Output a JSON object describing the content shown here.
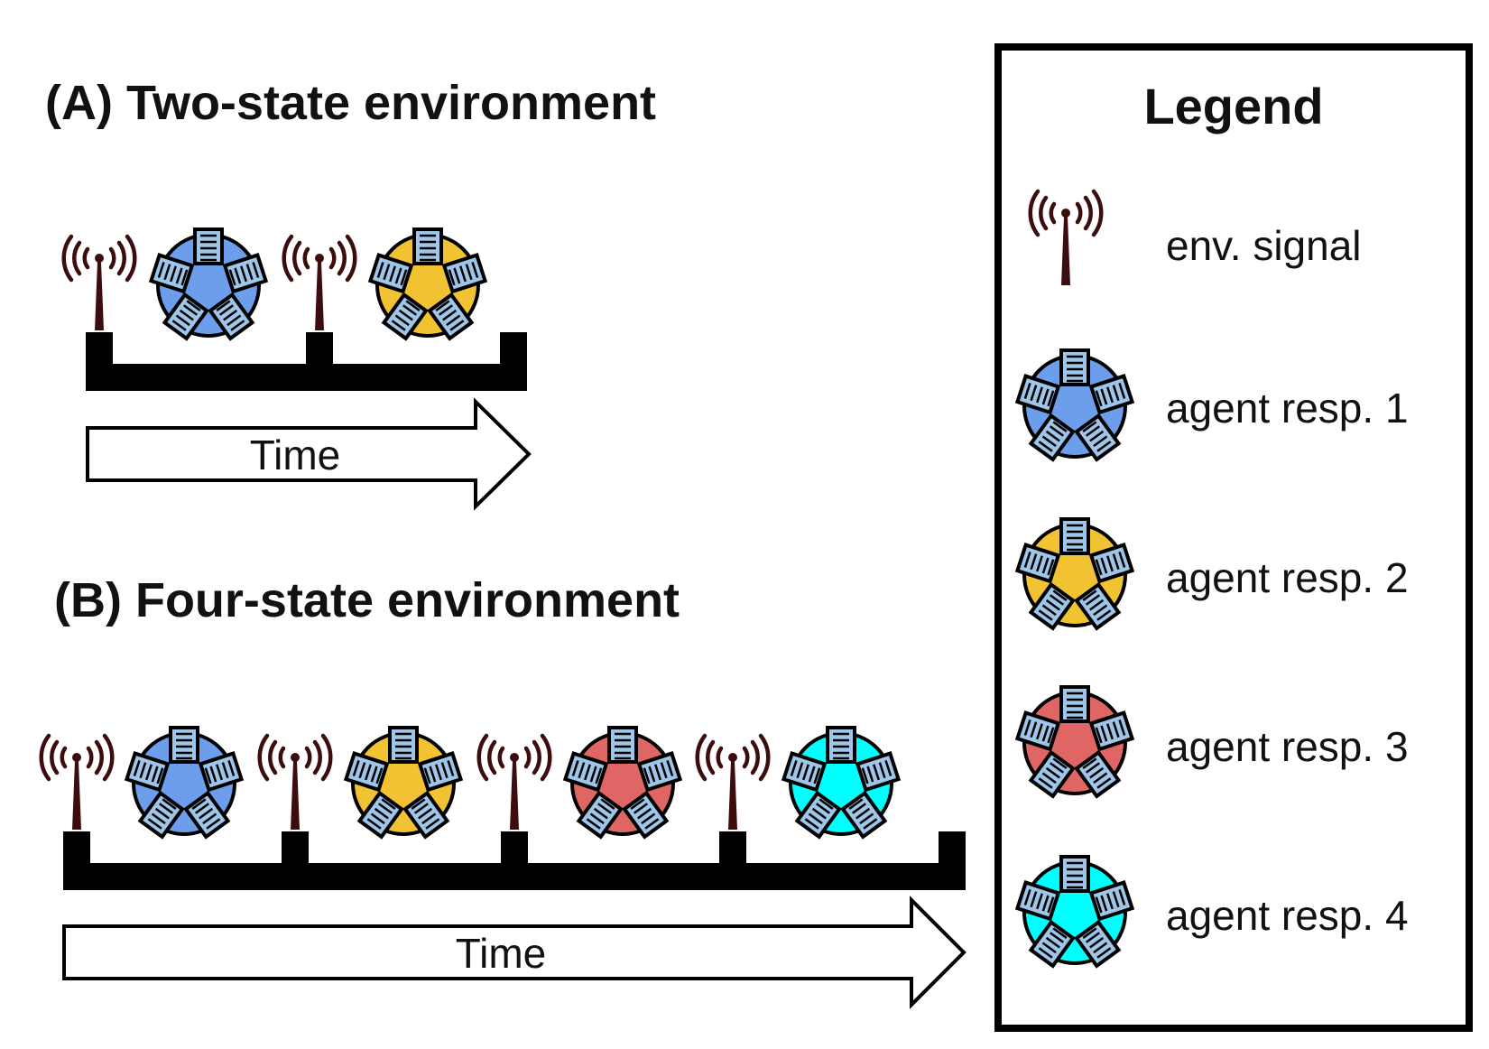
{
  "panel_a": {
    "title": "(A) Two-state environment",
    "time_label": "Time",
    "sequence": [
      "env-signal",
      "agent-resp-1",
      "env-signal",
      "agent-resp-2"
    ]
  },
  "panel_b": {
    "title": "(B) Four-state environment",
    "time_label": "Time",
    "sequence": [
      "env-signal",
      "agent-resp-1",
      "env-signal",
      "agent-resp-2",
      "env-signal",
      "agent-resp-3",
      "env-signal",
      "agent-resp-4"
    ]
  },
  "legend": {
    "title": "Legend",
    "items": [
      {
        "icon": "antenna-icon",
        "label": "env. signal"
      },
      {
        "icon": "agent-icon",
        "label": "agent resp. 1",
        "color": "#6d9eeb"
      },
      {
        "icon": "agent-icon",
        "label": "agent resp. 2",
        "color": "#f1c232"
      },
      {
        "icon": "agent-icon",
        "label": "agent resp. 3",
        "color": "#e06666"
      },
      {
        "icon": "agent-icon",
        "label": "agent resp. 4",
        "color": "#00ffff"
      }
    ]
  },
  "colors": {
    "antenna": "#3d0c0c",
    "timeline": "#000000",
    "agent_module": "#9fc5e8",
    "outline": "#000000"
  }
}
